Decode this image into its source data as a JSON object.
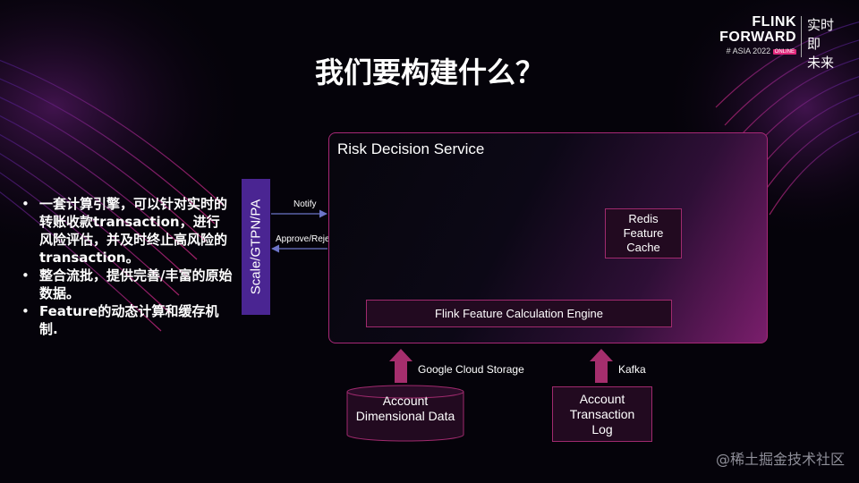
{
  "logo": {
    "line1": "FLINK",
    "line2": "FORWARD",
    "subtitle": "# ASIA 2022",
    "tag": "ONLINE",
    "cn_line1": "实时即",
    "cn_line2": "未来"
  },
  "slide": {
    "title": "我们要构建什么？"
  },
  "bullets": [
    "一套计算引擎，可以针对实时的转账收款transaction，进行风险评估，并及时终止高风险的transaction。",
    "整合流批，提供完善/丰富的原始数据。",
    "Feature的动态计算和缓存机制."
  ],
  "diagram": {
    "scale_label": "Scale/GTPN/PA",
    "notify_label": "Notify",
    "approve_label": "Approve/Reject",
    "service_title": "Risk Decision Service",
    "redis_label": "Redis\nFeature\nCache",
    "engine_label": "Flink Feature Calculation Engine",
    "gcs_label": "Google Cloud Storage",
    "kafka_label": "Kafka",
    "account_data_label": "Account\nDimensional Data",
    "transaction_log_label": "Account\nTransaction\nLog"
  },
  "colors": {
    "accent_pink": "#a82877",
    "scale_purple": "#4a2592",
    "arrow_blue": "#6c74c8",
    "box_fill": "#220a20"
  },
  "watermark": "@稀土掘金技术社区"
}
